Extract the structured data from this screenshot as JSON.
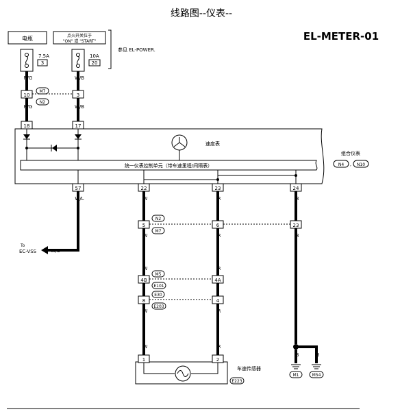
{
  "title": "线路图--仪表--",
  "diagram_code": "EL-METER-01",
  "power": {
    "battery_label": "电瓶",
    "ignition_label_line1": "点火开关位于",
    "ignition_label_line2": "\"ON\" 或 \"START\"",
    "fuse1_rating": "7.5A",
    "fuse1_number": "3",
    "fuse2_rating": "10A",
    "fuse2_number": "20",
    "reference": "参见 EL-POWER."
  },
  "connectors_upper": {
    "pin_left": "10",
    "pin_right": "3",
    "conn_top": "M7",
    "conn_bottom": "N2",
    "color_left_top": "R/G",
    "color_right_top": "W/B",
    "color_left_bottom": "R/G",
    "color_right_bottom": "W/B"
  },
  "combination_meter": {
    "pin_in_left": "18",
    "pin_in_right": "17",
    "speedometer_label": "速度表",
    "control_unit_label": "统一仪表控制单元（带车速里程/间隔表）",
    "label": "组合仪表",
    "conn_a": "N4",
    "conn_b": "N10",
    "conn_separator": ",",
    "out_pins": [
      "57",
      "22",
      "23",
      "24"
    ]
  },
  "output": {
    "wire_color": "W/L",
    "to_label": "To",
    "destination": "EC-VSS",
    "arrow_color": "W/L"
  },
  "wire_colors": {
    "w": "W",
    "r": "R",
    "b": "B"
  },
  "connector_row1": {
    "pins": [
      "5",
      "6",
      "23"
    ],
    "conn_top": "N2",
    "conn_bottom": "M7"
  },
  "connector_row2": {
    "pins": [
      "4B",
      "4A"
    ],
    "conn_top": "M5",
    "conn_bottom": "E101"
  },
  "connector_row3": {
    "pins": [
      "8",
      "4"
    ],
    "conn_top": "E30",
    "conn_bottom": "E203"
  },
  "sensor": {
    "pins": [
      "1",
      "2"
    ],
    "label": "车速传感器",
    "connector": "E223"
  },
  "grounds": {
    "a": "M1",
    "b": "M54"
  }
}
